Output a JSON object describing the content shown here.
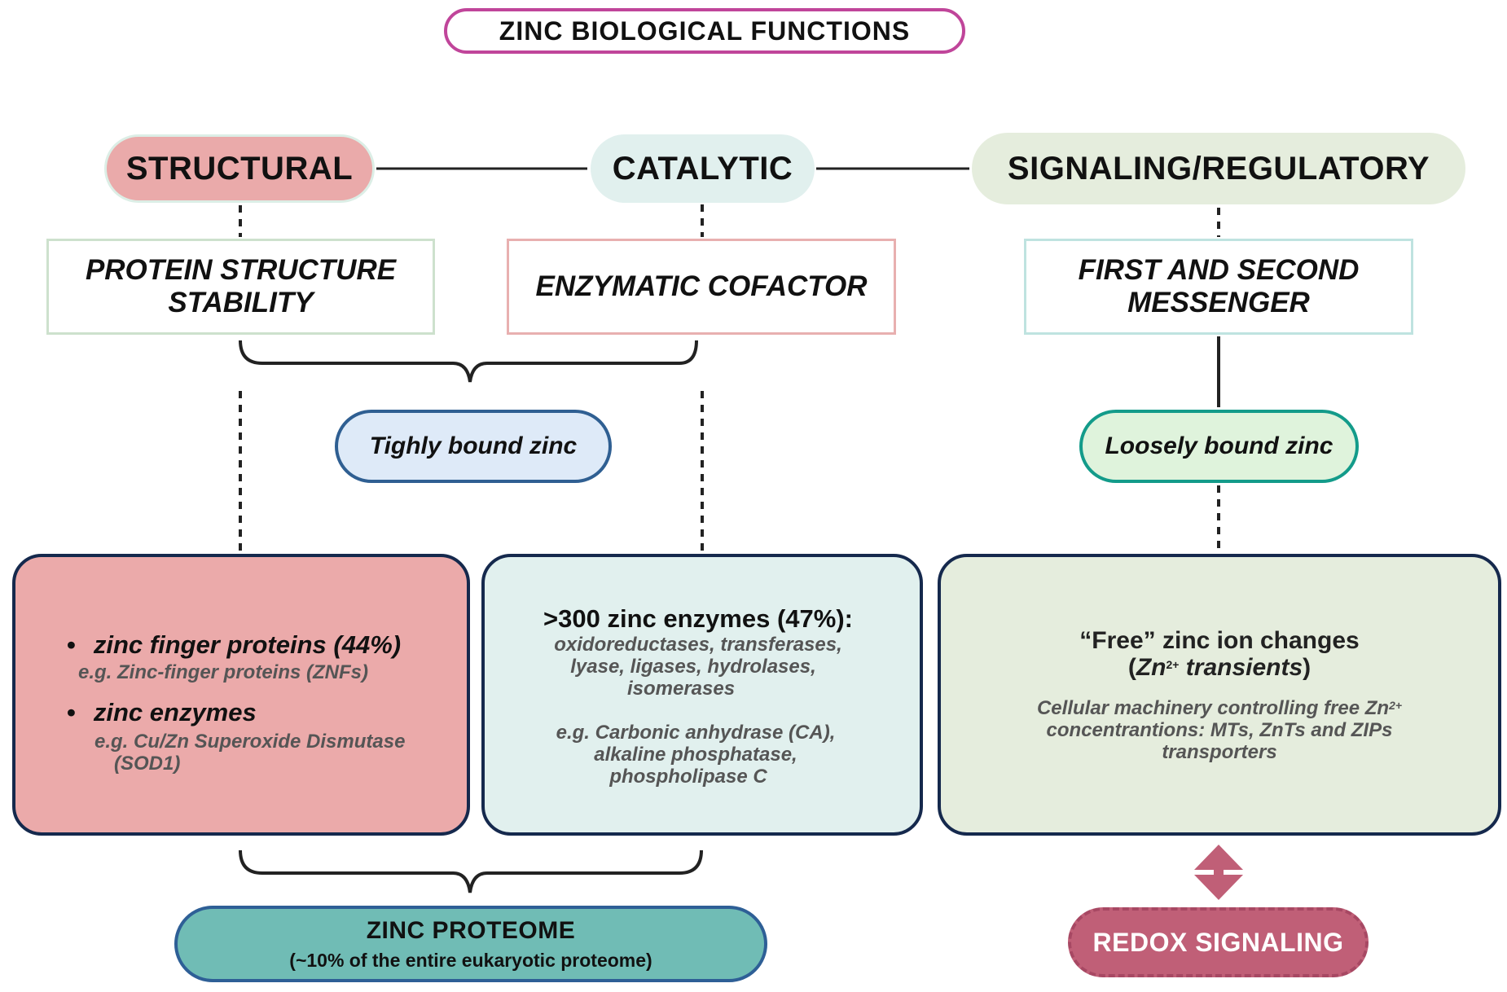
{
  "title": "ZINC BIOLOGICAL FUNCTIONS",
  "categories": {
    "structural": "STRUCTURAL",
    "catalytic": "CATALYTIC",
    "signaling": "SIGNALING/REGULATORY"
  },
  "functions": {
    "structural_line1": "PROTEIN STRUCTURE",
    "structural_line2": "STABILITY",
    "catalytic": "ENZYMATIC COFACTOR",
    "signaling_line1": "FIRST AND SECOND",
    "signaling_line2": "MESSENGER"
  },
  "binding": {
    "tight": "Tighly bound zinc",
    "loose": "Loosely bound zinc"
  },
  "structural_box": {
    "item1_title": "zinc finger proteins (44%)",
    "item1_example": "e.g. Zinc-finger proteins  (ZNFs)",
    "item2_title": "zinc enzymes",
    "item2_example_line1": "e.g. Cu/Zn Superoxide Dismutase",
    "item2_example_line2": "(SOD1)"
  },
  "catalytic_box": {
    "heading": ">300  zinc enzymes (47%):",
    "classes_line1": "oxidoreductases, transferases,",
    "classes_line2": "lyase, ligases, hydrolases,",
    "classes_line3": "isomerases",
    "example_line1": "e.g. Carbonic anhydrase (CA),",
    "example_line2": "alkaline phosphatase,",
    "example_line3": "phospholipase C"
  },
  "signaling_box": {
    "heading_line1": "“Free” zinc ion changes",
    "heading_line2_open": "(",
    "heading_line2_zn": "Zn",
    "heading_line2_sup": "2+",
    "heading_line2_text": " transients",
    "heading_line2_close": ")",
    "desc_line1": "Cellular machinery controlling free Zn",
    "desc_line1_sup": "2+",
    "desc_line2": "concentrantions: MTs, ZnTs and ZIPs",
    "desc_line3": "transporters"
  },
  "proteome": {
    "title": "ZINC PROTEOME",
    "subtitle": "(~10% of the entire eukaryotic proteome)"
  },
  "redox": "REDOX SIGNALING",
  "colors": {
    "title_border": "#c0459a",
    "structural": "#eaaaaa",
    "catalytic": "#e1f0ee",
    "signaling": "#e5eddd",
    "tight_fill": "#deeaf8",
    "loose_fill": "#dff3dc",
    "proteome": "#70bcb5",
    "redox": "#c05f77",
    "box_border": "#15294d"
  }
}
